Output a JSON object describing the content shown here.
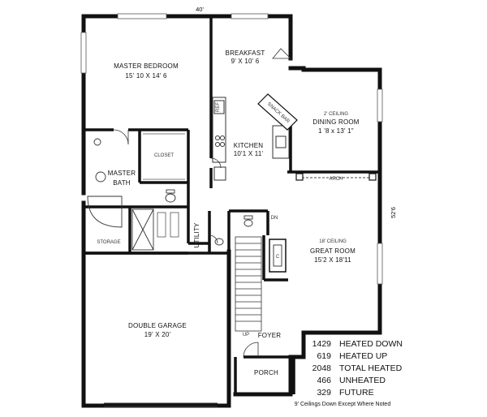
{
  "plan": {
    "overall_width": "40'",
    "overall_depth": "52'6"
  },
  "rooms": {
    "master_bedroom": {
      "name": "MASTER BEDROOM",
      "size": "15' 10 X 14' 6"
    },
    "breakfast": {
      "name": "BREAKFAST",
      "size": "9' X 10' 6"
    },
    "dining_room": {
      "note": "2' CEILING",
      "name": "DINING ROOM",
      "size": "1 '8 x 13' 1\""
    },
    "kitchen": {
      "name": "KITCHEN",
      "size": "10'1 X 11'"
    },
    "closet": {
      "name": "CLOSET"
    },
    "master_bath": {
      "name": "MASTER",
      "name2": "BATH"
    },
    "great_room": {
      "note": "18' CEILING",
      "name": "GREAT ROOM",
      "size": "15'2 X 18'11"
    },
    "utility": {
      "name": "UTILITY"
    },
    "storage": {
      "name": "STORAGE"
    },
    "garage": {
      "name": "DOUBLE GARAGE",
      "size": "19' X 20'"
    },
    "foyer": {
      "name": "FOYER"
    },
    "porch": {
      "name": "PORCH"
    }
  },
  "fixtures": {
    "snack_bar": "SNACK BAR",
    "arch": "ARCH",
    "ref": "REF",
    "up": "UP",
    "dn": "DN",
    "fireplace": "C"
  },
  "stats": [
    {
      "value": "1429",
      "label": "HEATED DOWN"
    },
    {
      "value": "619",
      "label": "HEATED UP"
    },
    {
      "value": "2048",
      "label": "TOTAL HEATED"
    },
    {
      "value": "466",
      "label": "UNHEATED"
    },
    {
      "value": "329",
      "label": "FUTURE"
    }
  ],
  "footnote": "9' Ceilings Down Except Where Noted"
}
